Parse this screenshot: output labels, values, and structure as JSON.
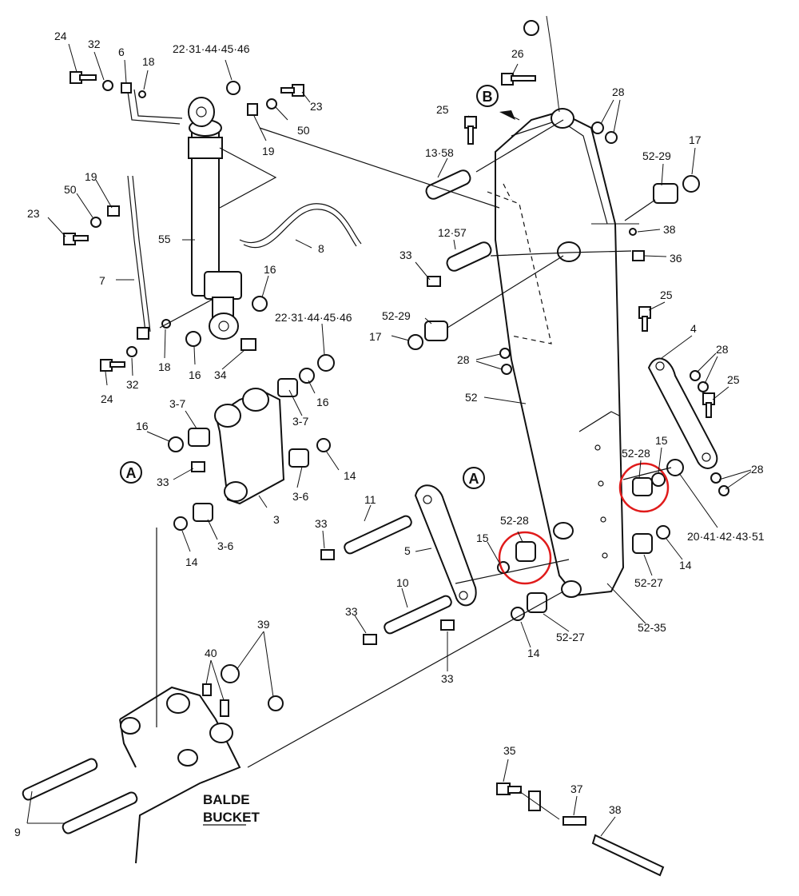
{
  "colors": {
    "ink": "#111111",
    "highlight": "#e01b1b",
    "paper": "#ffffff"
  },
  "icons": {
    "view_arrow": "arrow-icon",
    "callout_circle": "circle-callout-icon"
  },
  "caption": {
    "line1": "BALDE",
    "line2": "BUCKET"
  },
  "callouts": {
    "A_left": "A",
    "A_right": "A",
    "B": "B"
  },
  "labels": {
    "l24a": "24",
    "l32a": "32",
    "l6": "6",
    "l18a": "18",
    "l22a": "22·31·44·45·46",
    "l23a": "23",
    "l50a": "50",
    "l19a": "19",
    "l19b": "19",
    "l50b": "50",
    "l23b": "23",
    "l55": "55",
    "l8": "8",
    "l7": "7",
    "l16a": "16",
    "l24b": "24",
    "l32b": "32",
    "l18b": "18",
    "l16b": "16",
    "l34": "34",
    "l22b": "22·31·44·45·46",
    "l16c": "16",
    "l37a": "3-7",
    "l16d": "16",
    "l37b": "3-7",
    "l33a": "33",
    "l36a": "3-6",
    "l14a": "14",
    "l3": "3",
    "l14b": "14",
    "l36b": "3-6",
    "l26": "26",
    "l25a": "25",
    "l28a": "28",
    "l1358": "13·58",
    "l5229a": "52-29",
    "l17a": "17",
    "l1257": "12·57",
    "l33b": "33",
    "l38a": "38",
    "l36": "36",
    "l5229b": "52-29",
    "l17b": "17",
    "l28b": "28",
    "l52": "52",
    "l25b": "25",
    "l4": "4",
    "l28c": "28",
    "l25c": "25",
    "l15a": "15",
    "l5228a": "52-28",
    "l28d": "28",
    "l2041": "20·41·42·43·51",
    "l11": "11",
    "l33c": "33",
    "l5": "5",
    "l5228b": "52-28",
    "l15b": "15",
    "l5227a": "52-27",
    "l14c": "14",
    "l10": "10",
    "l33d": "33",
    "l14d": "14",
    "l5227b": "52-27",
    "l33e": "33",
    "l5235": "52-35",
    "l39": "39",
    "l40": "40",
    "l9": "9",
    "l35": "35",
    "l37": "37",
    "l38b": "38"
  }
}
